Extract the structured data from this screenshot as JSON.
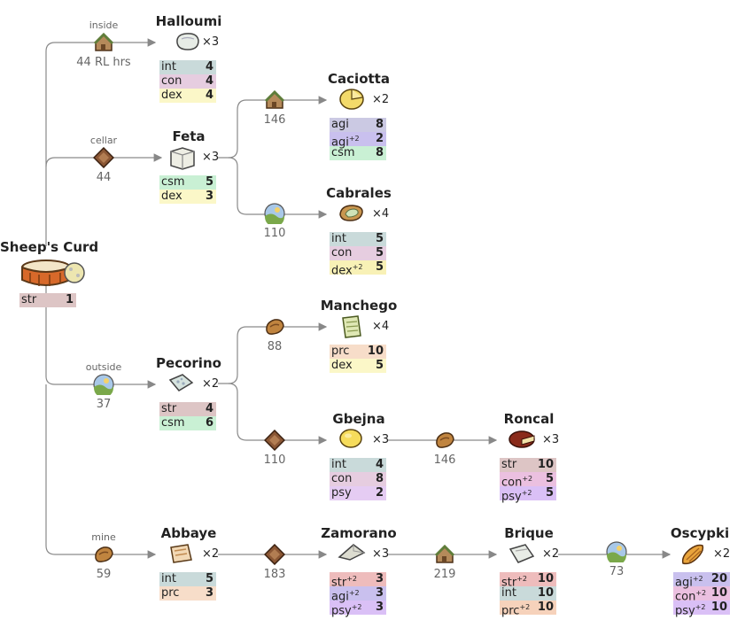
{
  "colors": {
    "str": "#ddc5c5",
    "int": "#c9dada",
    "con": "#e6cde0",
    "dex": "#fbf7c8",
    "agi": "#cbc9e3",
    "csm": "#c9f0d4",
    "prc": "#f7ddc9",
    "psy": "#e5ccf3",
    "agi+2": "#c9c0ee",
    "dex+2": "#f8f1b6",
    "con+2": "#ebc0e0",
    "psy+2": "#dac0f6",
    "str+2": "#eebcbc",
    "prc+2": "#f6d2bb"
  },
  "root": {
    "name": "Sheep's Curd",
    "stats": [
      {
        "k": "str",
        "label": "str",
        "v": "1"
      }
    ]
  },
  "edges": {
    "halloumi": {
      "label": "inside",
      "cost": "44 RL hrs",
      "icon": "house-icon"
    },
    "feta": {
      "label": "cellar",
      "cost": "44",
      "icon": "cellar-icon"
    },
    "pecorino": {
      "label": "outside",
      "cost": "37",
      "icon": "outside-icon"
    },
    "abbaye": {
      "label": "mine",
      "cost": "59",
      "icon": "mine-icon"
    },
    "caciotta": {
      "label": "",
      "cost": "146",
      "icon": "house-icon"
    },
    "cabrales": {
      "label": "",
      "cost": "110",
      "icon": "outside-icon"
    },
    "manchego": {
      "label": "",
      "cost": "88",
      "icon": "mine-icon"
    },
    "gbejna": {
      "label": "",
      "cost": "110",
      "icon": "cellar-icon"
    },
    "roncal": {
      "label": "",
      "cost": "146",
      "icon": "mine-icon"
    },
    "zamorano": {
      "label": "",
      "cost": "183",
      "icon": "cellar-icon"
    },
    "brique": {
      "label": "",
      "cost": "219",
      "icon": "house-icon"
    },
    "oscypki": {
      "label": "",
      "cost": "73",
      "icon": "outside-icon"
    }
  },
  "nodes": {
    "halloumi": {
      "name": "Halloumi",
      "mult": "×3",
      "stats": [
        {
          "k": "int",
          "label": "int",
          "v": "4"
        },
        {
          "k": "con",
          "label": "con",
          "v": "4"
        },
        {
          "k": "dex",
          "label": "dex",
          "v": "4"
        }
      ]
    },
    "feta": {
      "name": "Feta",
      "mult": "×3",
      "stats": [
        {
          "k": "csm",
          "label": "csm",
          "v": "5"
        },
        {
          "k": "dex",
          "label": "dex",
          "v": "3"
        }
      ]
    },
    "pecorino": {
      "name": "Pecorino",
      "mult": "×2",
      "stats": [
        {
          "k": "str",
          "label": "str",
          "v": "4"
        },
        {
          "k": "csm",
          "label": "csm",
          "v": "6"
        }
      ]
    },
    "abbaye": {
      "name": "Abbaye",
      "mult": "×2",
      "stats": [
        {
          "k": "int",
          "label": "int",
          "v": "5"
        },
        {
          "k": "prc",
          "label": "prc",
          "v": "3"
        }
      ]
    },
    "caciotta": {
      "name": "Caciotta",
      "mult": "×2",
      "stats": [
        {
          "k": "agi",
          "label": "agi",
          "v": "8"
        },
        {
          "k": "agi+2",
          "label": "agi",
          "sup": "+2",
          "v": "2"
        },
        {
          "k": "csm",
          "label": "csm",
          "v": "8"
        }
      ]
    },
    "cabrales": {
      "name": "Cabrales",
      "mult": "×4",
      "stats": [
        {
          "k": "int",
          "label": "int",
          "v": "5"
        },
        {
          "k": "con",
          "label": "con",
          "v": "5"
        },
        {
          "k": "dex+2",
          "label": "dex",
          "sup": "+2",
          "v": "5"
        }
      ]
    },
    "manchego": {
      "name": "Manchego",
      "mult": "×4",
      "stats": [
        {
          "k": "prc",
          "label": "prc",
          "v": "10"
        },
        {
          "k": "dex",
          "label": "dex",
          "v": "5"
        }
      ]
    },
    "gbejna": {
      "name": "Gbejna",
      "mult": "×3",
      "stats": [
        {
          "k": "int",
          "label": "int",
          "v": "4"
        },
        {
          "k": "con",
          "label": "con",
          "v": "8"
        },
        {
          "k": "psy",
          "label": "psy",
          "v": "2"
        }
      ]
    },
    "roncal": {
      "name": "Roncal",
      "mult": "×3",
      "stats": [
        {
          "k": "str",
          "label": "str",
          "v": "10"
        },
        {
          "k": "con+2",
          "label": "con",
          "sup": "+2",
          "v": "5"
        },
        {
          "k": "psy+2",
          "label": "psy",
          "sup": "+2",
          "v": "5"
        }
      ]
    },
    "zamorano": {
      "name": "Zamorano",
      "mult": "×3",
      "stats": [
        {
          "k": "str+2",
          "label": "str",
          "sup": "+2",
          "v": "3"
        },
        {
          "k": "agi+2",
          "label": "agi",
          "sup": "+2",
          "v": "3"
        },
        {
          "k": "psy+2",
          "label": "psy",
          "sup": "+2",
          "v": "3"
        }
      ]
    },
    "brique": {
      "name": "Brique",
      "mult": "×2",
      "stats": [
        {
          "k": "str+2",
          "label": "str",
          "sup": "+2",
          "v": "10"
        },
        {
          "k": "int",
          "label": "int",
          "v": "10"
        },
        {
          "k": "prc+2",
          "label": "prc",
          "sup": "+2",
          "v": "10"
        }
      ]
    },
    "oscypki": {
      "name": "Oscypki",
      "mult": "×2",
      "stats": [
        {
          "k": "agi+2",
          "label": "agi",
          "sup": "+2",
          "v": "20"
        },
        {
          "k": "con+2",
          "label": "con",
          "sup": "+2",
          "v": "10"
        },
        {
          "k": "psy+2",
          "label": "psy",
          "sup": "+2",
          "v": "10"
        }
      ]
    }
  }
}
